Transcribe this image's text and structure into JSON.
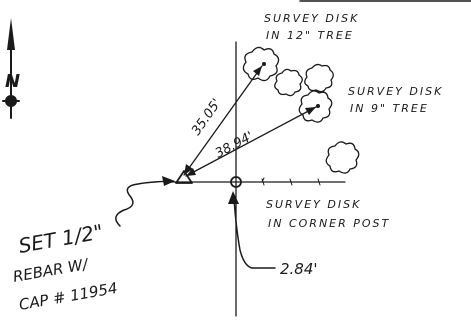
{
  "north_arrow": {
    "letter": "N"
  },
  "labels": {
    "disk_12": {
      "line1": "SURVEY DISK",
      "line2": "IN 12\" TREE"
    },
    "disk_9": {
      "line1": "SURVEY DISK",
      "line2": "IN 9\" TREE"
    },
    "disk_post": {
      "line1": "SURVEY DISK",
      "line2": "IN CORNER POST"
    },
    "rebar": {
      "line1": "SET 1/2\"",
      "line2": "REBAR W/",
      "line3": "CAP # 11954"
    }
  },
  "distances": {
    "to_12_tree": "35.05'",
    "to_9_tree": "38.94'",
    "to_post": "2.84'"
  }
}
